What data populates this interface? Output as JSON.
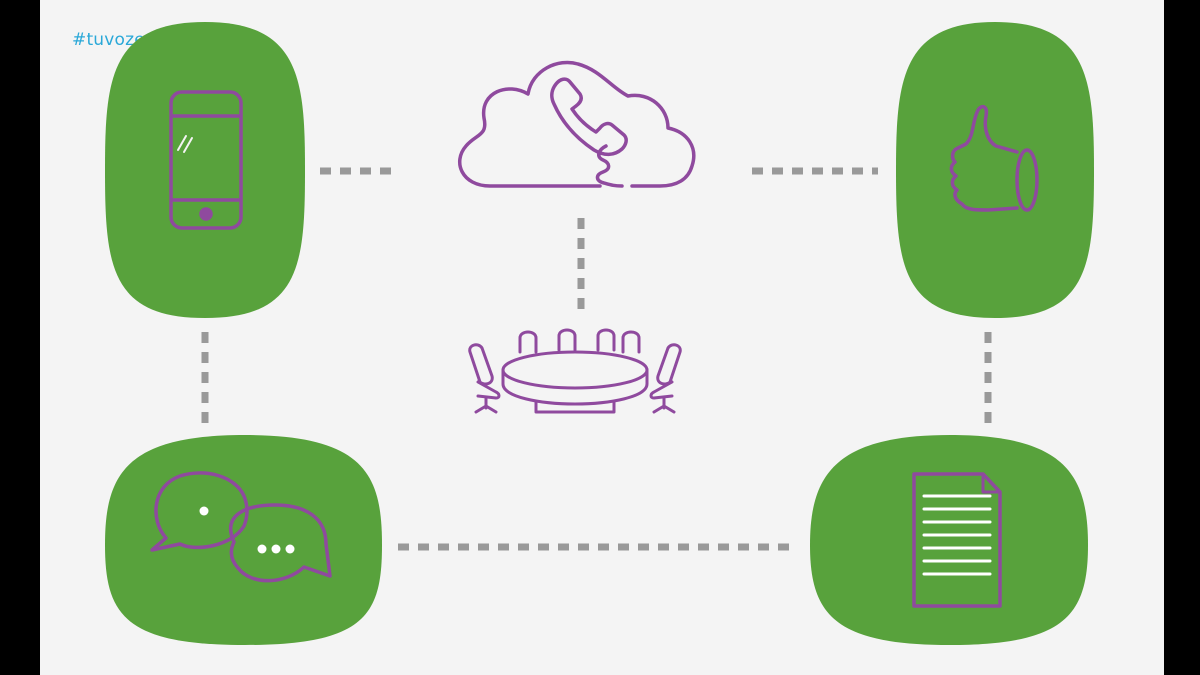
{
  "hashtag": "#tuvozenlanube",
  "colors": {
    "background": "#f4f4f4",
    "frame": "#000000",
    "node_fill": "#58a23c",
    "icon_stroke": "#8f4a9e",
    "connector": "#999999",
    "hashtag_text": "#2aa8d8"
  },
  "nodes": [
    {
      "id": "smartphone",
      "icon": "smartphone-icon"
    },
    {
      "id": "cloud-phone",
      "icon": "cloud-phone-icon"
    },
    {
      "id": "thumbs-up",
      "icon": "thumbs-up-icon"
    },
    {
      "id": "meeting",
      "icon": "meeting-table-icon"
    },
    {
      "id": "chat",
      "icon": "chat-bubbles-icon"
    },
    {
      "id": "document",
      "icon": "document-icon"
    }
  ],
  "edges": [
    {
      "from": "smartphone",
      "to": "cloud-phone"
    },
    {
      "from": "cloud-phone",
      "to": "thumbs-up"
    },
    {
      "from": "cloud-phone",
      "to": "meeting"
    },
    {
      "from": "smartphone",
      "to": "chat"
    },
    {
      "from": "thumbs-up",
      "to": "document"
    },
    {
      "from": "chat",
      "to": "document"
    }
  ]
}
